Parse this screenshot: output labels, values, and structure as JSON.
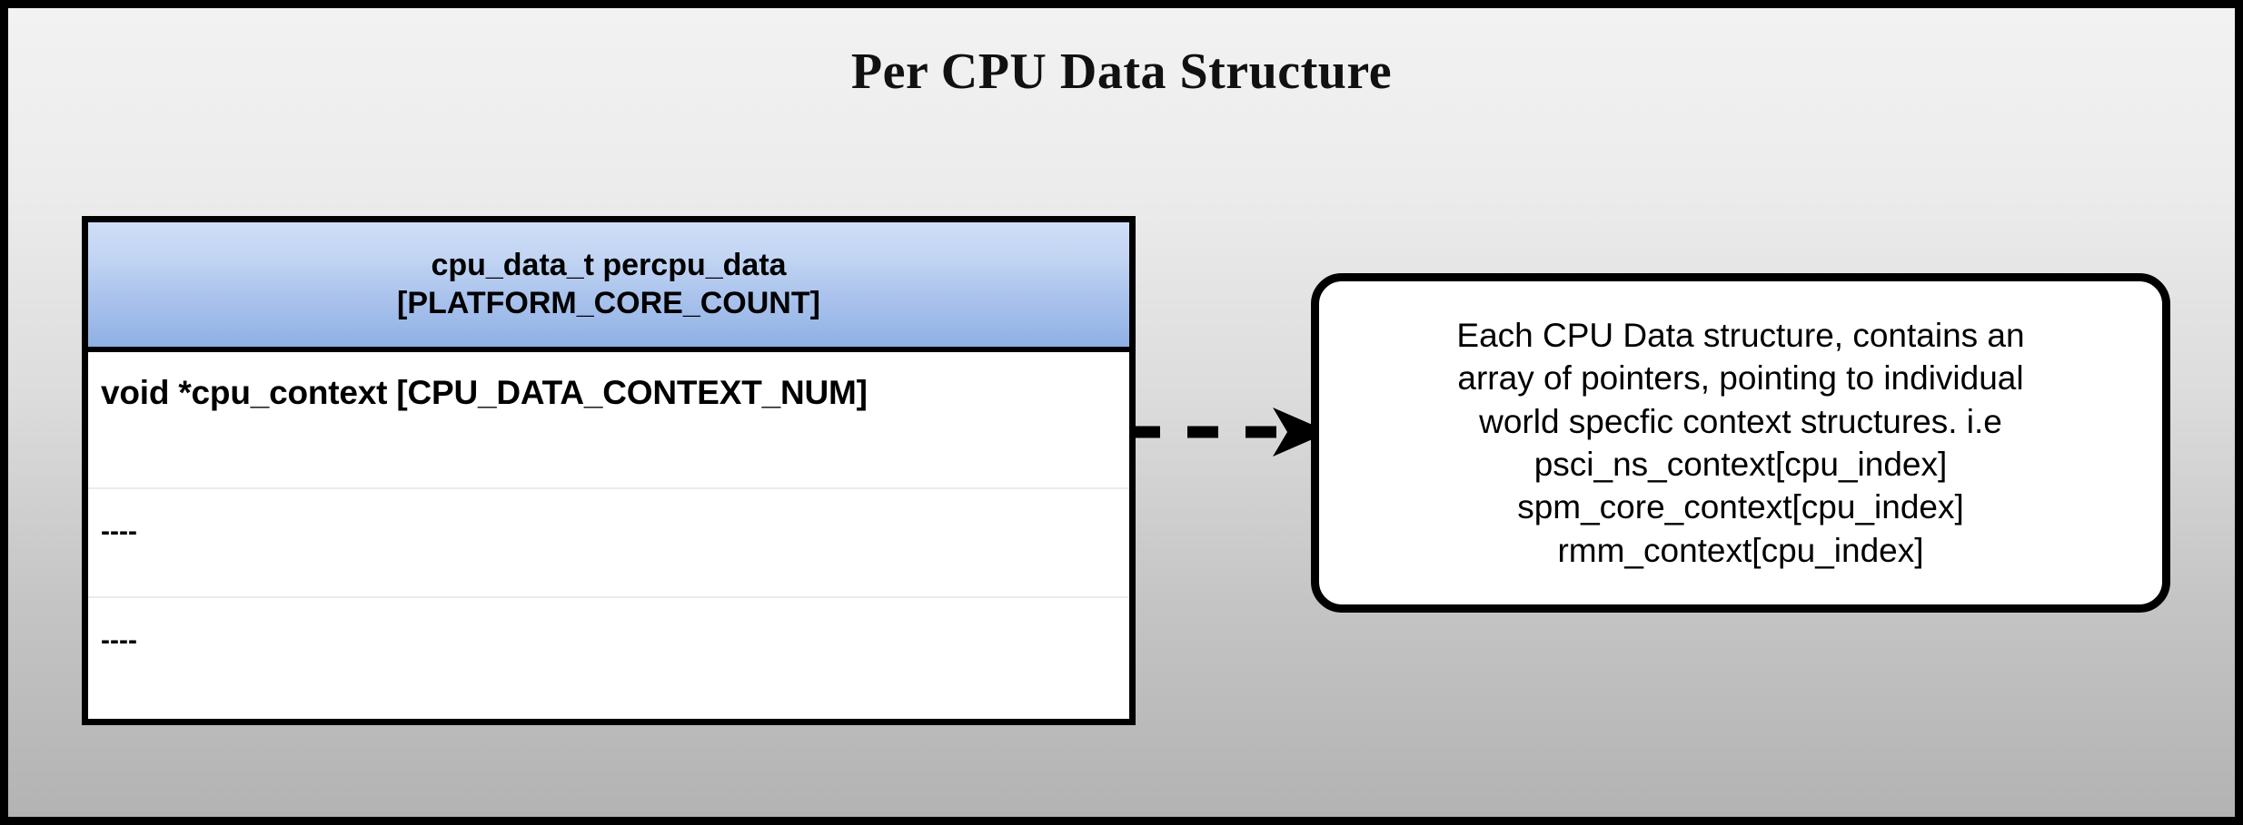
{
  "title": "Per CPU Data Structure",
  "theme": {
    "background_top": "#f2f2f2",
    "background_bottom": "#b3b3b3",
    "header_gradient_top": "#cfdef7",
    "header_gradient_bottom": "#8fb0e4",
    "border": "#000000",
    "row_divider": "#ebebeb",
    "body_background": "#ffffff"
  },
  "struct_table": {
    "header_lines": [
      "cpu_data_t percpu_data",
      "[PLATFORM_CORE_COUNT]"
    ],
    "rows": [
      {
        "text": "void *cpu_context [CPU_DATA_CONTEXT_NUM]"
      },
      {
        "text": "----"
      },
      {
        "text": "----"
      }
    ]
  },
  "connector": {
    "style": "dashed-arrow",
    "direction": "right",
    "from": "struct-table",
    "to": "callout-note"
  },
  "callout_note": {
    "lines": [
      "Each CPU Data structure, contains an",
      "array of pointers, pointing to individual",
      "world specfic context structures. i.e",
      "psci_ns_context[cpu_index]",
      "spm_core_context[cpu_index]",
      "rmm_context[cpu_index]"
    ]
  }
}
